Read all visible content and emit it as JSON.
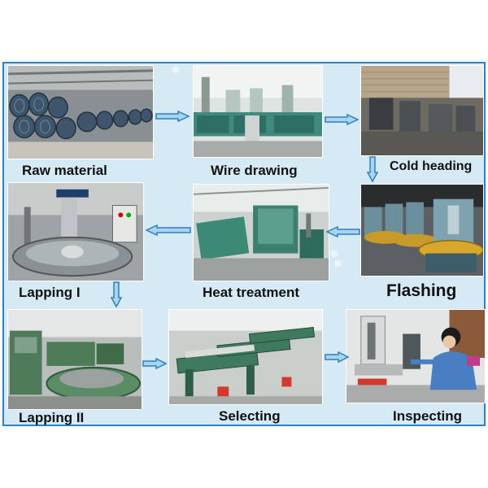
{
  "steps": [
    {
      "label": "Raw material",
      "icon": "steel-coil-photo"
    },
    {
      "label": "Wire drawing",
      "icon": "wire-drawing-machine-photo"
    },
    {
      "label": "Cold heading",
      "icon": "cold-heading-machine-photo"
    },
    {
      "label": "Flashing",
      "icon": "flashing-machine-photo"
    },
    {
      "label": "Heat treatment",
      "icon": "heat-treatment-furnace-photo"
    },
    {
      "label": "Lapping I",
      "icon": "lapping-machine-photo"
    },
    {
      "label": "Lapping II",
      "icon": "lapping-machine-photo"
    },
    {
      "label": "Selecting",
      "icon": "selecting-machine-photo"
    },
    {
      "label": "Inspecting",
      "icon": "inspection-worker-photo"
    }
  ],
  "colors": {
    "panel": "#d6eaf6",
    "border": "#2f80bf",
    "arrow_fill": "#a9d4f0",
    "arrow_stroke": "#2f7fc0"
  }
}
